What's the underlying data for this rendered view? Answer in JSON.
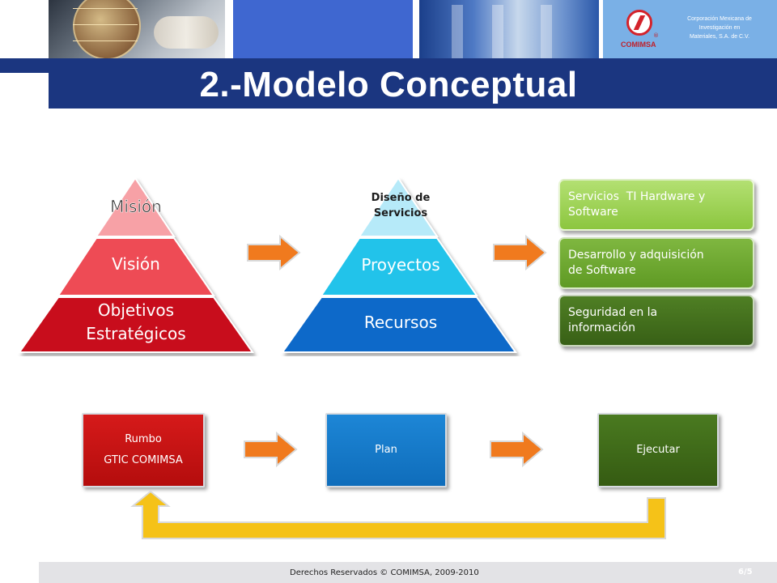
{
  "header": {
    "title": "2.-Modelo Conceptual",
    "organization": [
      "Corporación Mexicana de",
      "Investigación en",
      "Materiales, S.A. de C.V."
    ],
    "logo_word": "COMIMSA",
    "logo_reg": "®"
  },
  "pyramid_left": {
    "levels": [
      {
        "label": "Misión",
        "color": "#f7a1a6"
      },
      {
        "label": "Visión",
        "color": "#ee4b55"
      },
      {
        "label_lines": [
          "Objetivos",
          "Estratégicos"
        ],
        "color": "#c8101c"
      }
    ]
  },
  "pyramid_right": {
    "levels": [
      {
        "label_lines": [
          "Diseño de",
          "Servicios"
        ],
        "color": "#b6eaf9"
      },
      {
        "label": "Proyectos",
        "color": "#22c3ea"
      },
      {
        "label": "Recursos",
        "color": "#0d69c9"
      }
    ]
  },
  "services": [
    {
      "lines": [
        "Servicios  TI Hardware y",
        "Software"
      ]
    },
    {
      "lines": [
        "Desarrollo y adquisición",
        "de Software"
      ]
    },
    {
      "lines": [
        "Seguridad en la",
        "información"
      ]
    }
  ],
  "process": {
    "rumbo": {
      "lines": [
        "Rumbo",
        "GTIC COMIMSA"
      ]
    },
    "plan": {
      "label": "Plan"
    },
    "ejecutar": {
      "label": "Ejecutar"
    }
  },
  "footer": {
    "copyright": "Derechos Reservados © COMIMSA, 2009-2010",
    "page": "6/5"
  },
  "colors": {
    "title_band": "#1b3680",
    "arrow": "#f07a1e",
    "loop_arrow": "#f5c218"
  }
}
